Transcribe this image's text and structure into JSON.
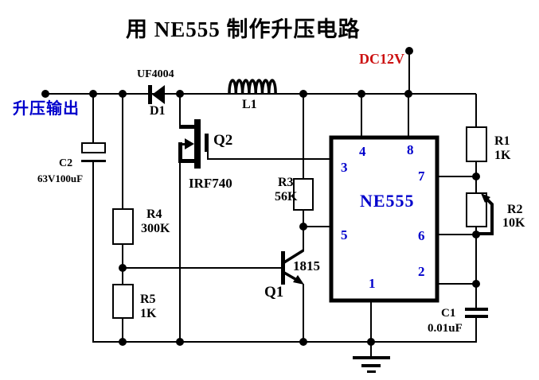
{
  "title": "用 NE555 制作升压电路",
  "terminals": {
    "boost_output": "升压输出",
    "supply": "DC12V"
  },
  "ic": {
    "name": "NE555",
    "pins": {
      "p1": "1",
      "p2": "2",
      "p3": "3",
      "p4": "4",
      "p5": "5",
      "p6": "6",
      "p7": "7",
      "p8": "8"
    }
  },
  "components": {
    "d1": {
      "ref": "D1",
      "part": "UF4004"
    },
    "l1": {
      "ref": "L1"
    },
    "q1": {
      "ref": "Q1",
      "part": "1815"
    },
    "q2": {
      "ref": "Q2",
      "part": "IRF740"
    },
    "r1": {
      "ref": "R1",
      "value": "1K"
    },
    "r2": {
      "ref": "R2",
      "value": "10K"
    },
    "r3": {
      "ref": "R3",
      "value": "56K"
    },
    "r4": {
      "ref": "R4",
      "value": "300K"
    },
    "r5": {
      "ref": "R5",
      "value": "1K"
    },
    "c1": {
      "ref": "C1",
      "value": "0.01uF"
    },
    "c2": {
      "ref": "C2",
      "value": "63V100uF"
    }
  },
  "colors": {
    "wire": "#000000",
    "label_blue": "#0000cc",
    "label_red": "#cc1111"
  }
}
